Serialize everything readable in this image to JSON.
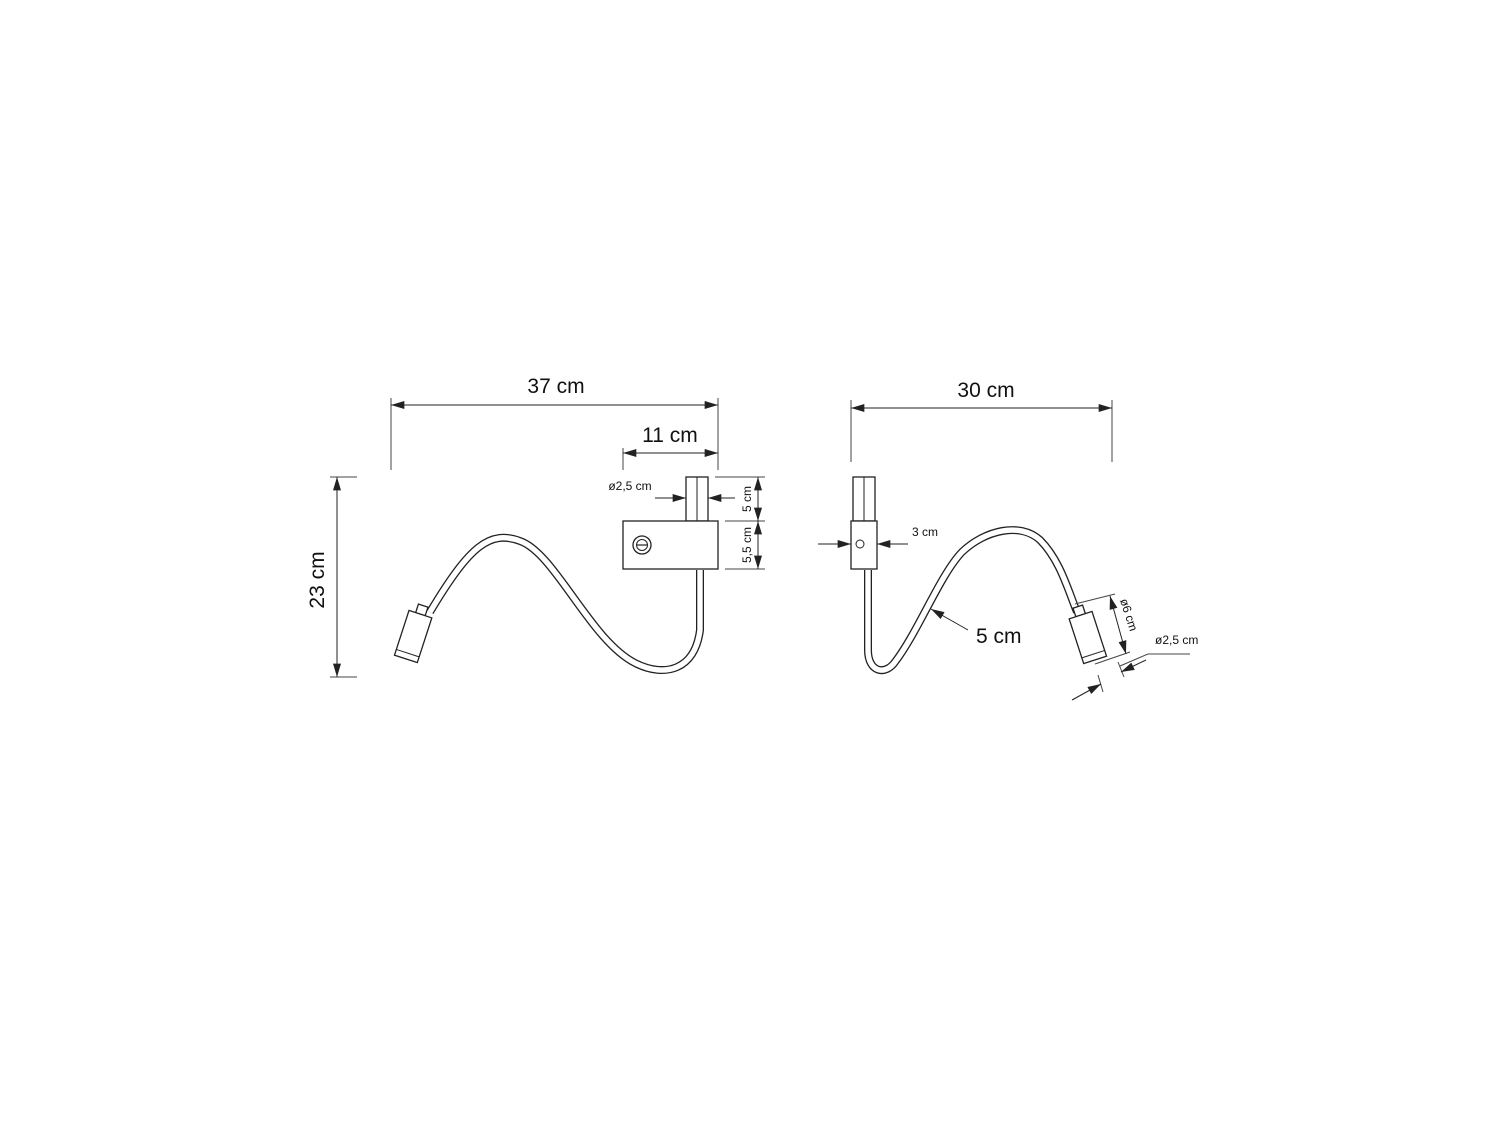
{
  "colors": {
    "line": "#222222",
    "background": "#ffffff"
  },
  "front_view": {
    "width_label": "37 cm",
    "body_width_label": "11 cm",
    "height_label": "23 cm",
    "shaft_diameter_label": "ø2,5 cm",
    "shaft_height_label": "5 cm",
    "base_height_label": "5,5 cm"
  },
  "side_view": {
    "width_label": "30 cm",
    "base_depth_label": "3 cm",
    "arm_label": "5 cm",
    "head_length_label": "ø6 cm",
    "head_diameter_label": "ø2,5 cm"
  }
}
